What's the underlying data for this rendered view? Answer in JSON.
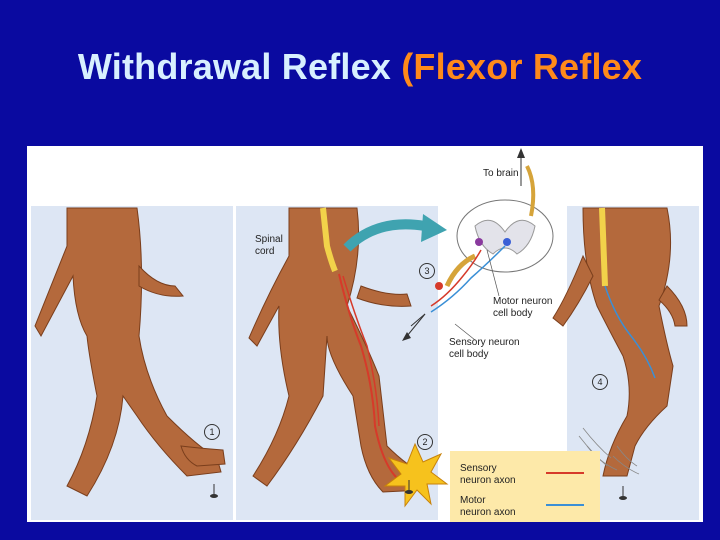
{
  "title": {
    "main": "Withdrawal Reflex ",
    "paren": "(Flexor Reflex"
  },
  "labels": {
    "to_brain": "To brain",
    "spinal_cord_line1": "Spinal",
    "spinal_cord_line2": "cord",
    "motor_neuron_line1": "Motor neuron",
    "motor_neuron_line2": "cell body",
    "sensory_neuron_line1": "Sensory neuron",
    "sensory_neuron_line2": "cell body"
  },
  "steps": [
    "1",
    "2",
    "3",
    "4"
  ],
  "legend": {
    "sensory_line1": "Sensory",
    "sensory_line2": "neuron axon",
    "motor_line1": "Motor",
    "motor_line2": "neuron axon",
    "sensory_color": "#d63a2a",
    "motor_color": "#3a8fd6"
  },
  "colors": {
    "background": "#0a0aa0",
    "title_main": "#d8f0ff",
    "title_paren": "#ff8a1a",
    "panel": "#dde6f4",
    "skin": "#b4693c",
    "spinal_cord": "#f2d24a",
    "arrow": "#3fa3b0",
    "flash": "#f6c21d"
  }
}
